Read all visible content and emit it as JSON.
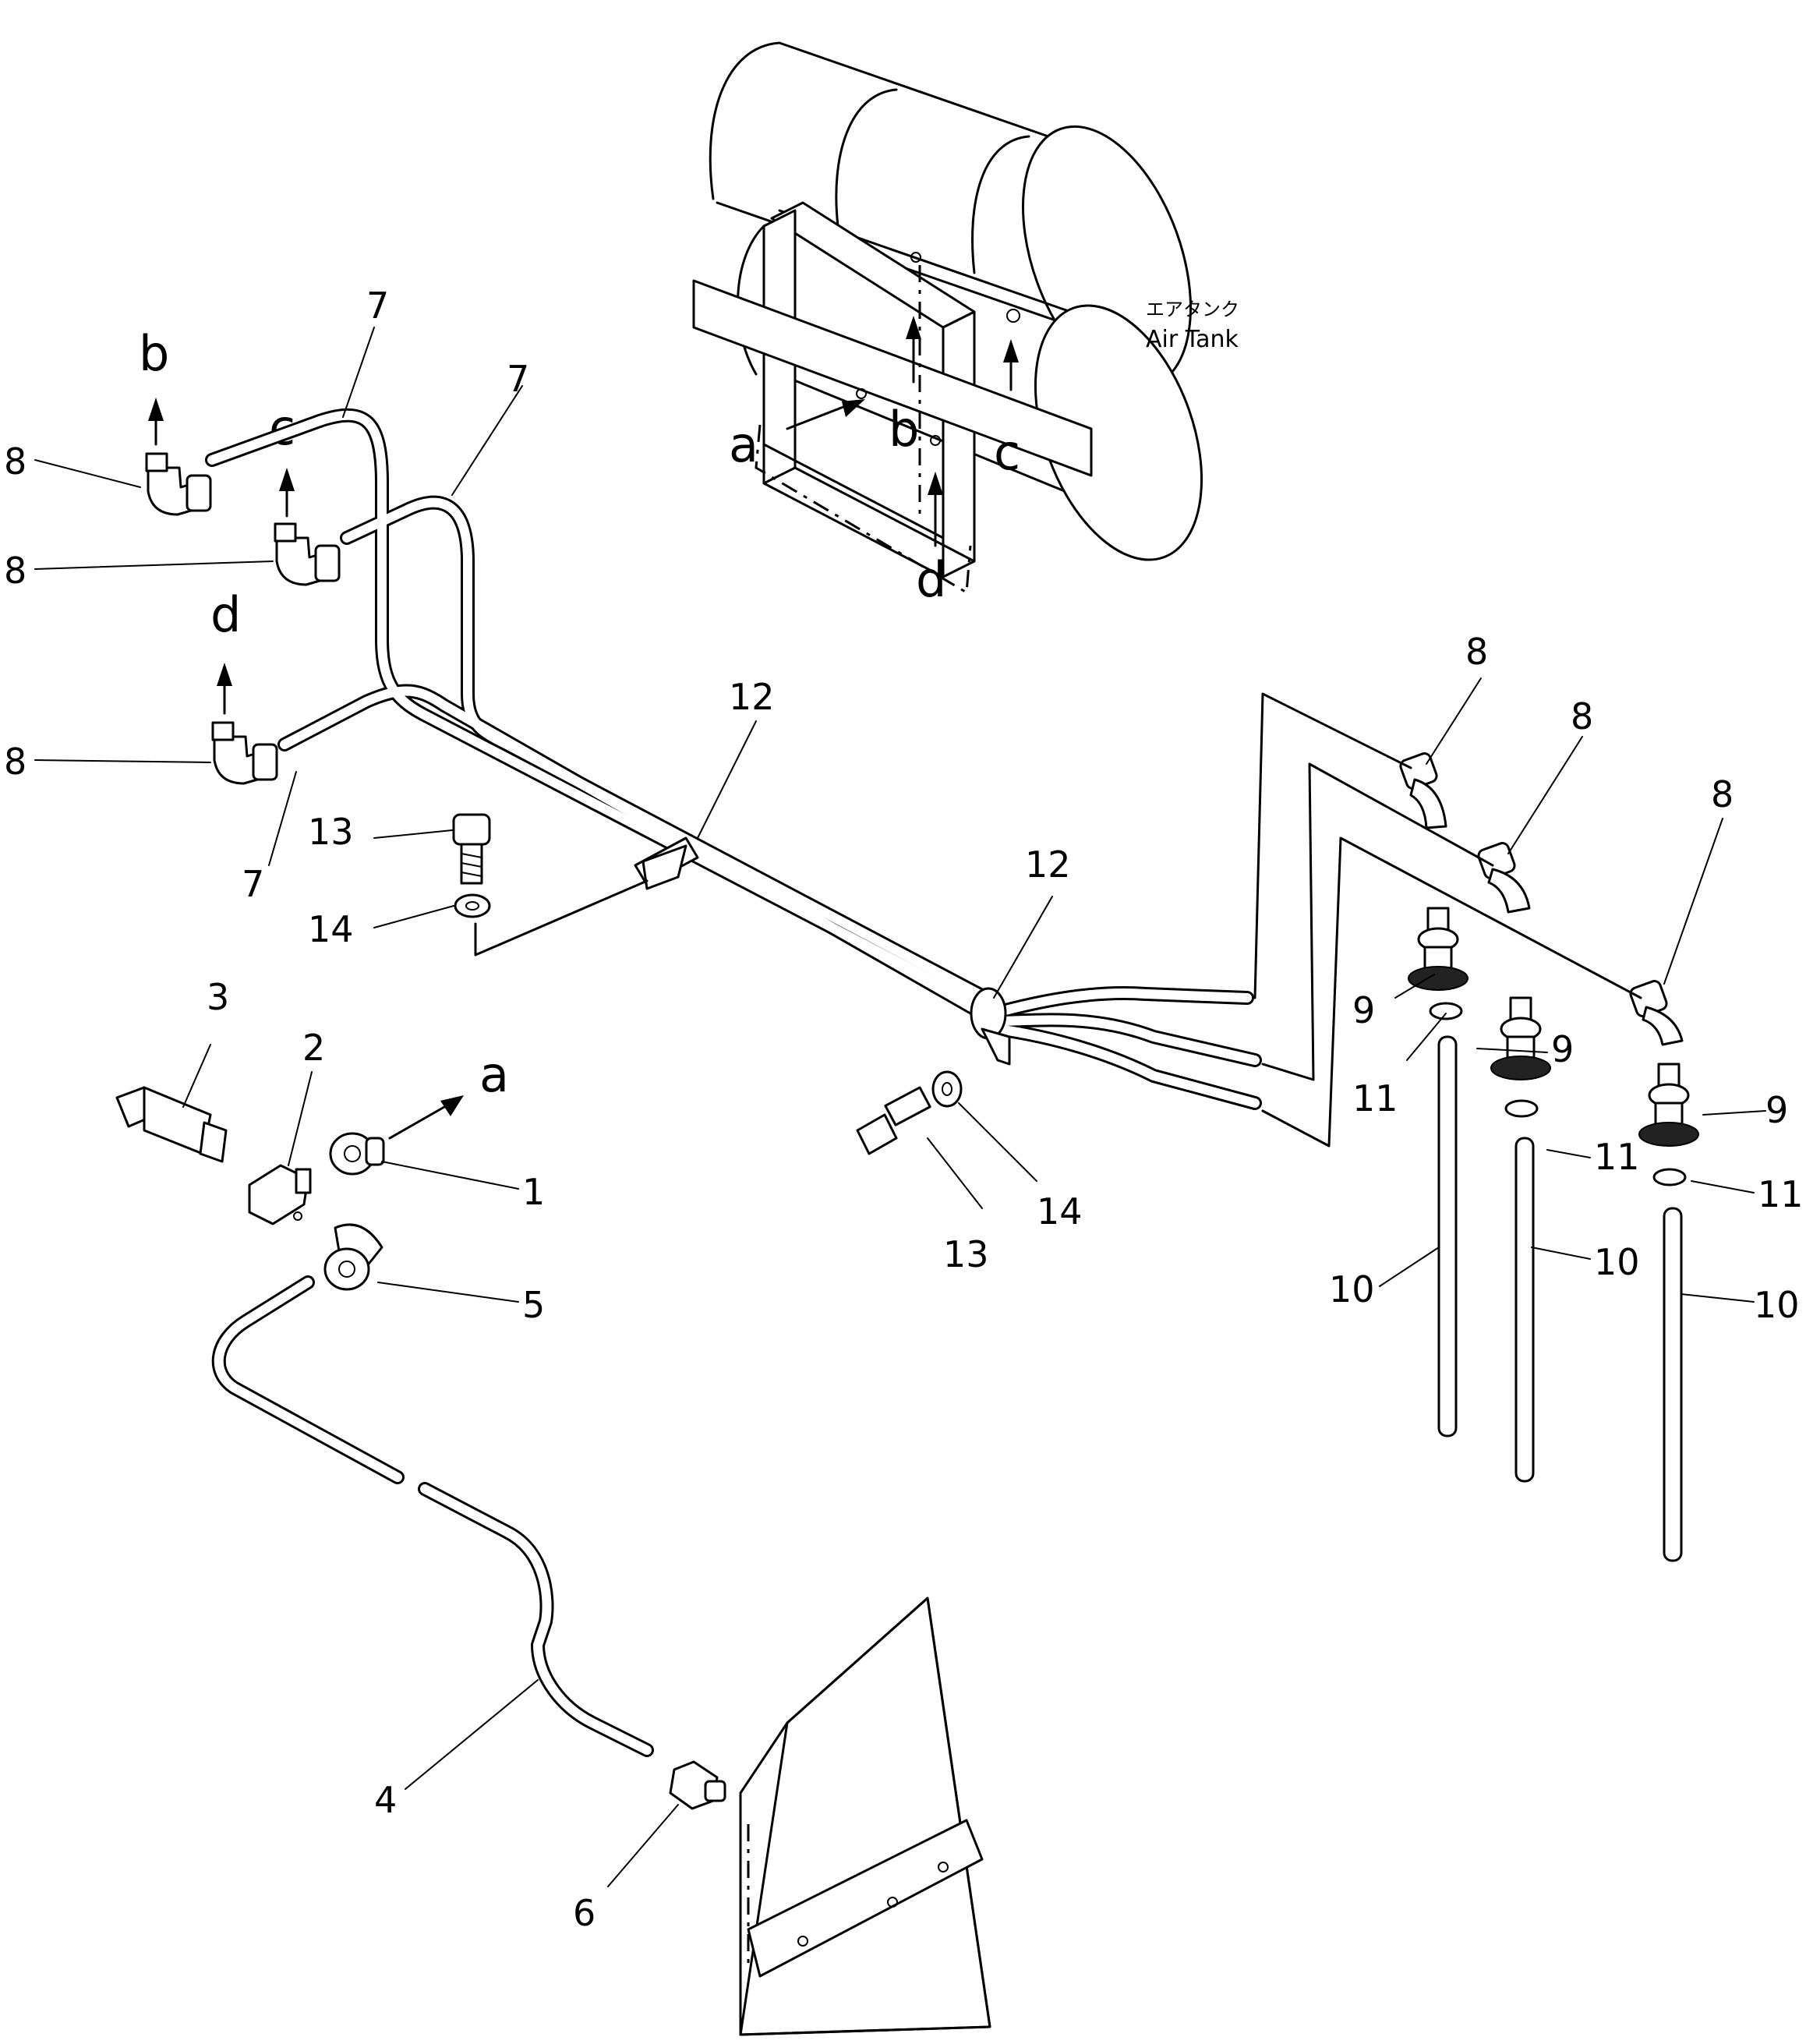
{
  "callouts": {
    "n1": "1",
    "n2": "2",
    "n3": "3",
    "n4": "4",
    "n5": "5",
    "n6": "6",
    "n7": "7",
    "n8": "8",
    "n9": "9",
    "n10": "10",
    "n11": "11",
    "n12": "12",
    "n13": "13",
    "n14": "14"
  },
  "refs": {
    "a": "a",
    "b": "b",
    "c": "c",
    "d": "d"
  },
  "tank": {
    "label_jp": "エアタンク",
    "label_en": "Air Tank"
  }
}
